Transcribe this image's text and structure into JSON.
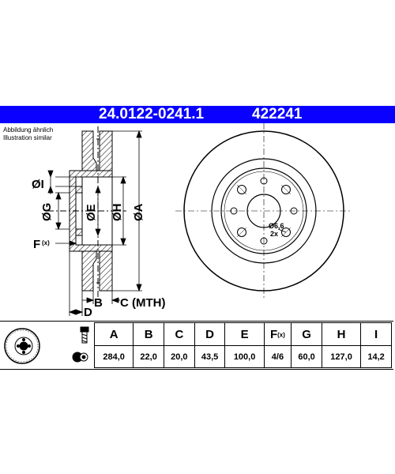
{
  "header": {
    "part_number": "24.0122-0241.1",
    "reference": "422241",
    "banner_color": "#0a00ff"
  },
  "note": {
    "line1": "Abbildung ähnlich",
    "line2": "Illustration similar"
  },
  "drawing_labels": {
    "dim_i": "ØI",
    "dim_g": "ØG",
    "dim_e": "ØE",
    "dim_h": "ØH",
    "dim_a": "ØA",
    "dim_f": "F",
    "dim_f_sup": "(x)",
    "dim_b": "B",
    "dim_c": "C (MTH)",
    "dim_d": "D",
    "hole_dia": "Ø6,6",
    "hole_count": "2x"
  },
  "specs": {
    "headers": [
      "A",
      "B",
      "C",
      "D",
      "E",
      "F",
      "G",
      "H",
      "I"
    ],
    "f_header_sup": "(x)",
    "values": [
      "284,0",
      "22,0",
      "20,0",
      "43,5",
      "100,0",
      "4/6",
      "60,0",
      "127,0",
      "14,2"
    ]
  }
}
